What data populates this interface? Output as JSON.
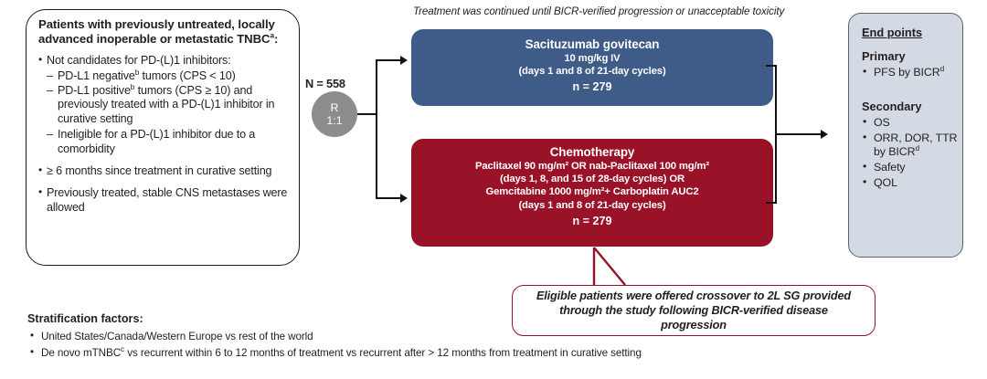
{
  "caption": "Treatment was continued until BICR-verified progression or unacceptable toxicity",
  "eligibility": {
    "header_1": "Patients with previously untreated, locally",
    "header_2": "advanced inoperable or metastatic TNBC",
    "header_sup": "a",
    "header_colon": ":",
    "items": [
      "Not candidates for PD-(L)1 inhibitors:",
      "PD-L1 negative",
      "PD-L1 positive",
      "Ineligible for a PD-(L)1 inhibitor due to a comorbidity",
      "≥ 6 months since treatment in curative setting",
      "Previously treated, stable CNS metastases were allowed"
    ],
    "sub_b_sup": "b",
    "sub1_tail": " tumors (CPS < 10)",
    "sub2_tail": " tumors (CPS ≥ 10) and previously treated with a PD-(L)1 inhibitor in curative setting"
  },
  "randomization": {
    "n_label": "N = 558",
    "node_letter": "R",
    "node_ratio": "1:1",
    "node_color": "#8c8c8c"
  },
  "arms": [
    {
      "title": "Sacituzumab govitecan",
      "detail_lines": [
        "10 mg/kg IV",
        "(days 1 and 8 of 21-day cycles)"
      ],
      "n": "n = 279",
      "color": "#3f5b87"
    },
    {
      "title": "Chemotherapy",
      "detail_lines": [
        "Paclitaxel 90 mg/m² OR nab-Paclitaxel 100 mg/m²",
        "(days 1, 8, and 15 of 28-day cycles) OR",
        "Gemcitabine 1000 mg/m²+ Carboplatin AUC2",
        "(days 1 and 8 of 21-day cycles)"
      ],
      "n": "n = 279",
      "color": "#991228"
    }
  ],
  "callout": {
    "line_1": "Eligible patients were offered crossover to 2L SG provided",
    "line_2": "through the study following BICR-verified disease progression",
    "border_color": "#991228"
  },
  "endpoints": {
    "title": "End points",
    "primary_label": "Primary",
    "primary_items": [
      "PFS by BICR"
    ],
    "secondary_label": "Secondary",
    "secondary_items": [
      "OS",
      "ORR, DOR, TTR by BICR",
      "Safety",
      "QOL"
    ],
    "sup_d": "d",
    "bg_color": "#d4dae4"
  },
  "stratification": {
    "header": "Stratification factors:",
    "items": [
      "United States/Canada/Western Europe vs rest of the world",
      "De novo mTNBC"
    ],
    "item2_sup": "c",
    "item2_tail": " vs recurrent within 6 to 12 months of treatment vs recurrent after > 12 months from treatment in curative setting"
  }
}
